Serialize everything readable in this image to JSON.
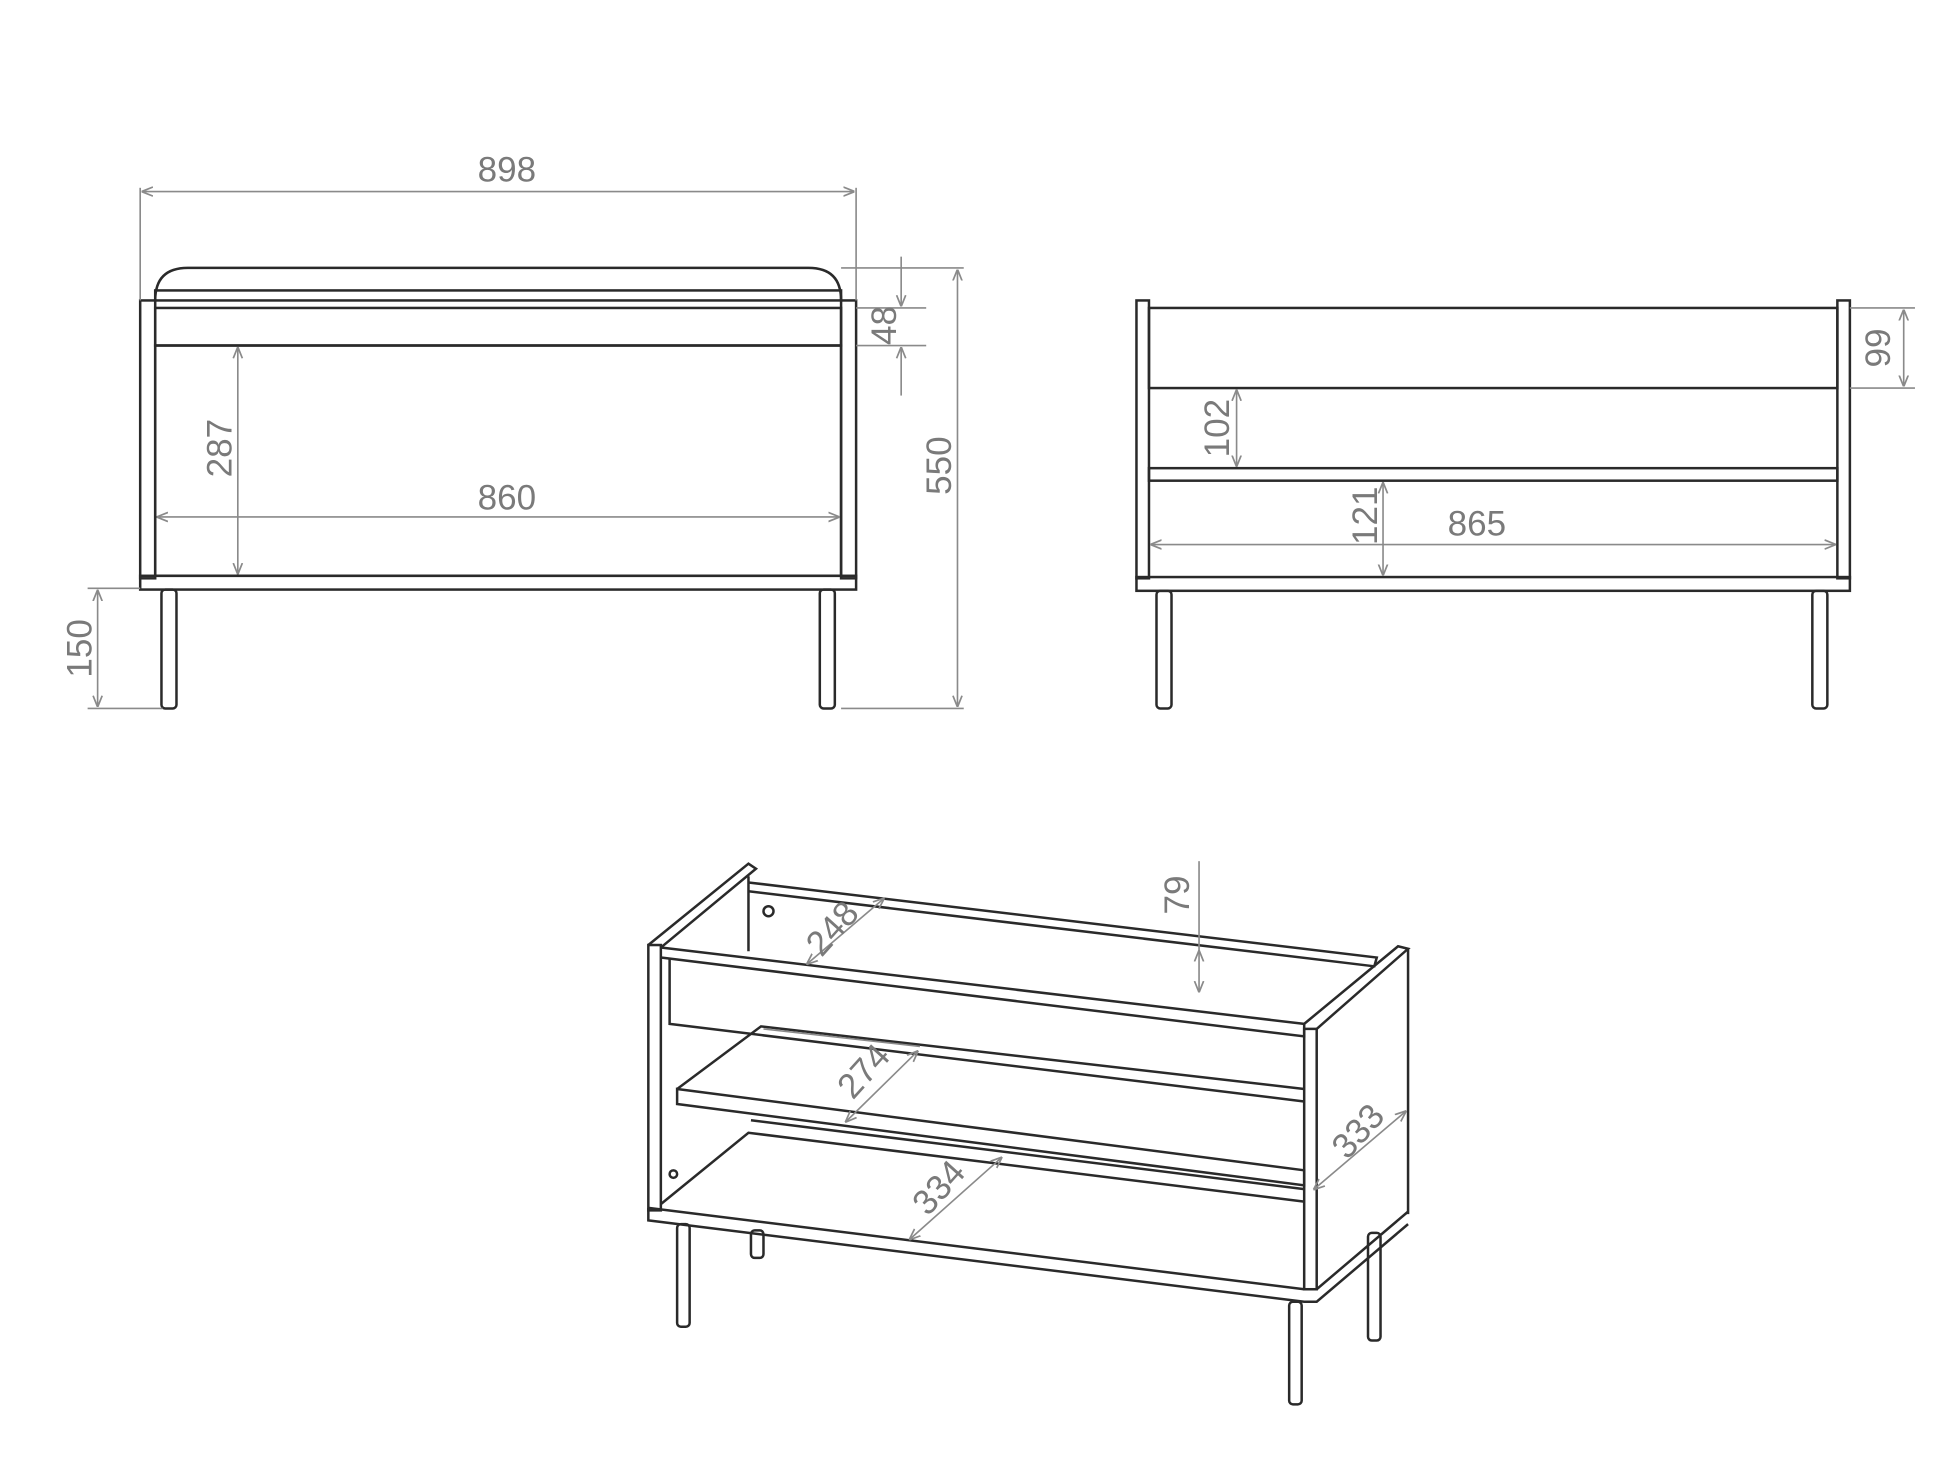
{
  "front_view": {
    "width_total": "898",
    "top_height": "48",
    "total_height": "550",
    "inner_height": "287",
    "inner_width": "860",
    "leg_height": "150"
  },
  "side_view": {
    "top_rail": "99",
    "upper_gap": "102",
    "lower_gap": "121",
    "inner_width": "865"
  },
  "iso_view": {
    "top_depth": "248",
    "rail": "79",
    "shelf_depth": "274",
    "side_depth": "333",
    "bottom_depth": "334"
  }
}
